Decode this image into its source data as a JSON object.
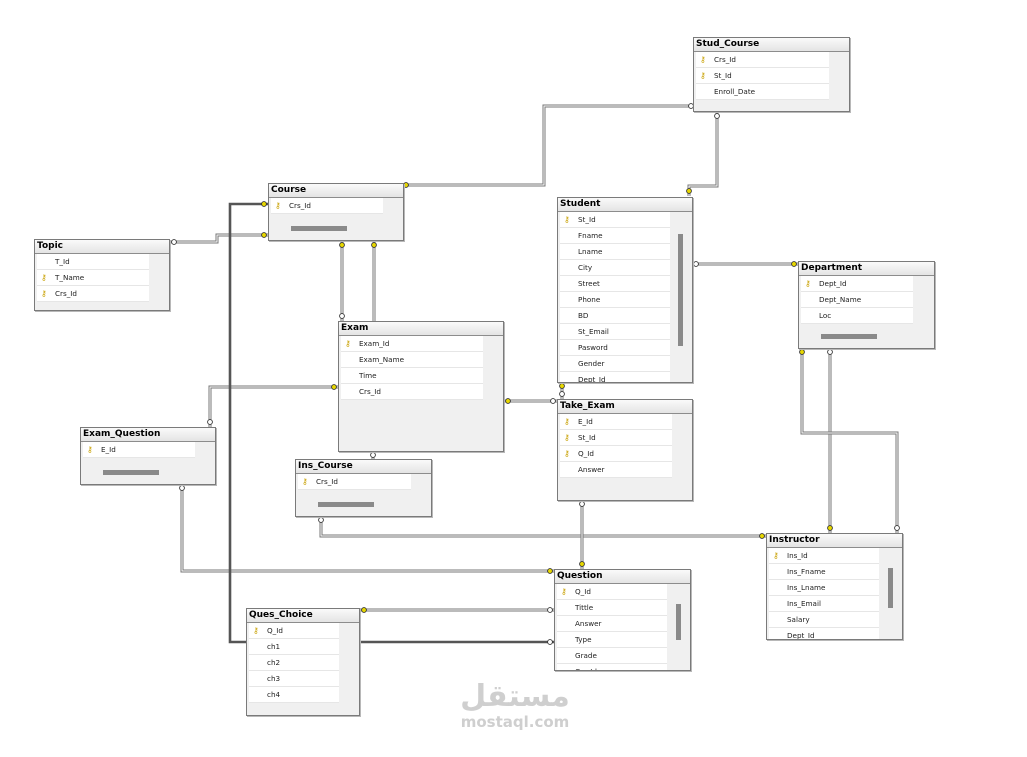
{
  "tables": {
    "stud_course": {
      "title": "Stud_Course",
      "cols": [
        {
          "name": "Crs_Id",
          "key": true
        },
        {
          "name": "St_Id",
          "key": true
        },
        {
          "name": "Enroll_Date",
          "key": false
        }
      ]
    },
    "course": {
      "title": "Course",
      "cols": [
        {
          "name": "Crs_Id",
          "key": true
        }
      ]
    },
    "topic": {
      "title": "Topic",
      "cols": [
        {
          "name": "T_Id",
          "key": false
        },
        {
          "name": "T_Name",
          "key": true
        },
        {
          "name": "Crs_Id",
          "key": true
        }
      ]
    },
    "student": {
      "title": "Student",
      "cols": [
        {
          "name": "St_Id",
          "key": true
        },
        {
          "name": "Fname",
          "key": false
        },
        {
          "name": "Lname",
          "key": false
        },
        {
          "name": "City",
          "key": false
        },
        {
          "name": "Street",
          "key": false
        },
        {
          "name": "Phone",
          "key": false
        },
        {
          "name": "BD",
          "key": false
        },
        {
          "name": "St_Email",
          "key": false
        },
        {
          "name": "Pasword",
          "key": false
        },
        {
          "name": "Gender",
          "key": false
        },
        {
          "name": "Dept_Id",
          "key": false
        }
      ]
    },
    "department": {
      "title": "Department",
      "cols": [
        {
          "name": "Dept_Id",
          "key": true
        },
        {
          "name": "Dept_Name",
          "key": false
        },
        {
          "name": "Loc",
          "key": false
        }
      ]
    },
    "exam": {
      "title": "Exam",
      "cols": [
        {
          "name": "Exam_Id",
          "key": true
        },
        {
          "name": "Exam_Name",
          "key": false
        },
        {
          "name": "Time",
          "key": false
        },
        {
          "name": "Crs_Id",
          "key": false
        }
      ]
    },
    "exam_question": {
      "title": "Exam_Question",
      "cols": [
        {
          "name": "E_Id",
          "key": true
        }
      ]
    },
    "ins_course": {
      "title": "Ins_Course",
      "cols": [
        {
          "name": "Crs_Id",
          "key": true
        }
      ]
    },
    "take_exam": {
      "title": "Take_Exam",
      "cols": [
        {
          "name": "E_Id",
          "key": true
        },
        {
          "name": "St_Id",
          "key": true
        },
        {
          "name": "Q_Id",
          "key": true
        },
        {
          "name": "Answer",
          "key": false
        }
      ]
    },
    "instructor": {
      "title": "Instructor",
      "cols": [
        {
          "name": "Ins_Id",
          "key": true
        },
        {
          "name": "Ins_Fname",
          "key": false
        },
        {
          "name": "Ins_Lname",
          "key": false
        },
        {
          "name": "Ins_Email",
          "key": false
        },
        {
          "name": "Salary",
          "key": false
        },
        {
          "name": "Dept_Id",
          "key": false
        }
      ]
    },
    "question": {
      "title": "Question",
      "cols": [
        {
          "name": "Q_Id",
          "key": true
        },
        {
          "name": "Tittle",
          "key": false
        },
        {
          "name": "Answer",
          "key": false
        },
        {
          "name": "Type",
          "key": false
        },
        {
          "name": "Grade",
          "key": false
        },
        {
          "name": "Crs_Id",
          "key": false
        }
      ]
    },
    "ques_choice": {
      "title": "Ques_Choice",
      "cols": [
        {
          "name": "Q_Id",
          "key": true
        },
        {
          "name": "ch1",
          "key": false
        },
        {
          "name": "ch2",
          "key": false
        },
        {
          "name": "ch3",
          "key": false
        },
        {
          "name": "ch4",
          "key": false
        }
      ]
    }
  },
  "watermark": {
    "arabic": "مستقل",
    "latin": "mostaql.com"
  },
  "colors": {
    "key": "#c8a000",
    "border": "#7a7a7a",
    "line": "#777777",
    "line_dark": "#555555",
    "end_key": "#e8d800"
  },
  "icons": {
    "primary_key": "key-icon"
  }
}
